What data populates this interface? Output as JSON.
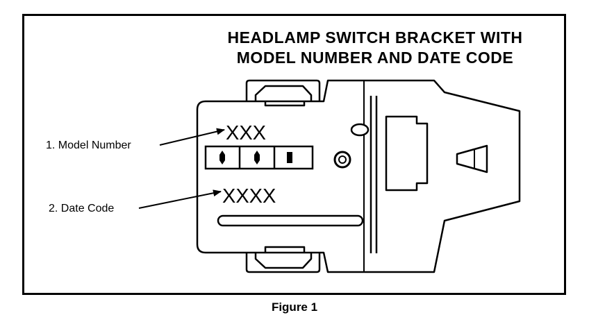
{
  "title_lines": [
    "HEADLAMP SWITCH BRACKET WITH",
    "MODEL NUMBER AND DATE CODE"
  ],
  "callouts": {
    "model_number": "1.  Model Number",
    "date_code": "2.  Date Code"
  },
  "markings": {
    "model_number_mark": "XXX",
    "date_code_mark": "XXXX"
  },
  "caption": "Figure 1"
}
